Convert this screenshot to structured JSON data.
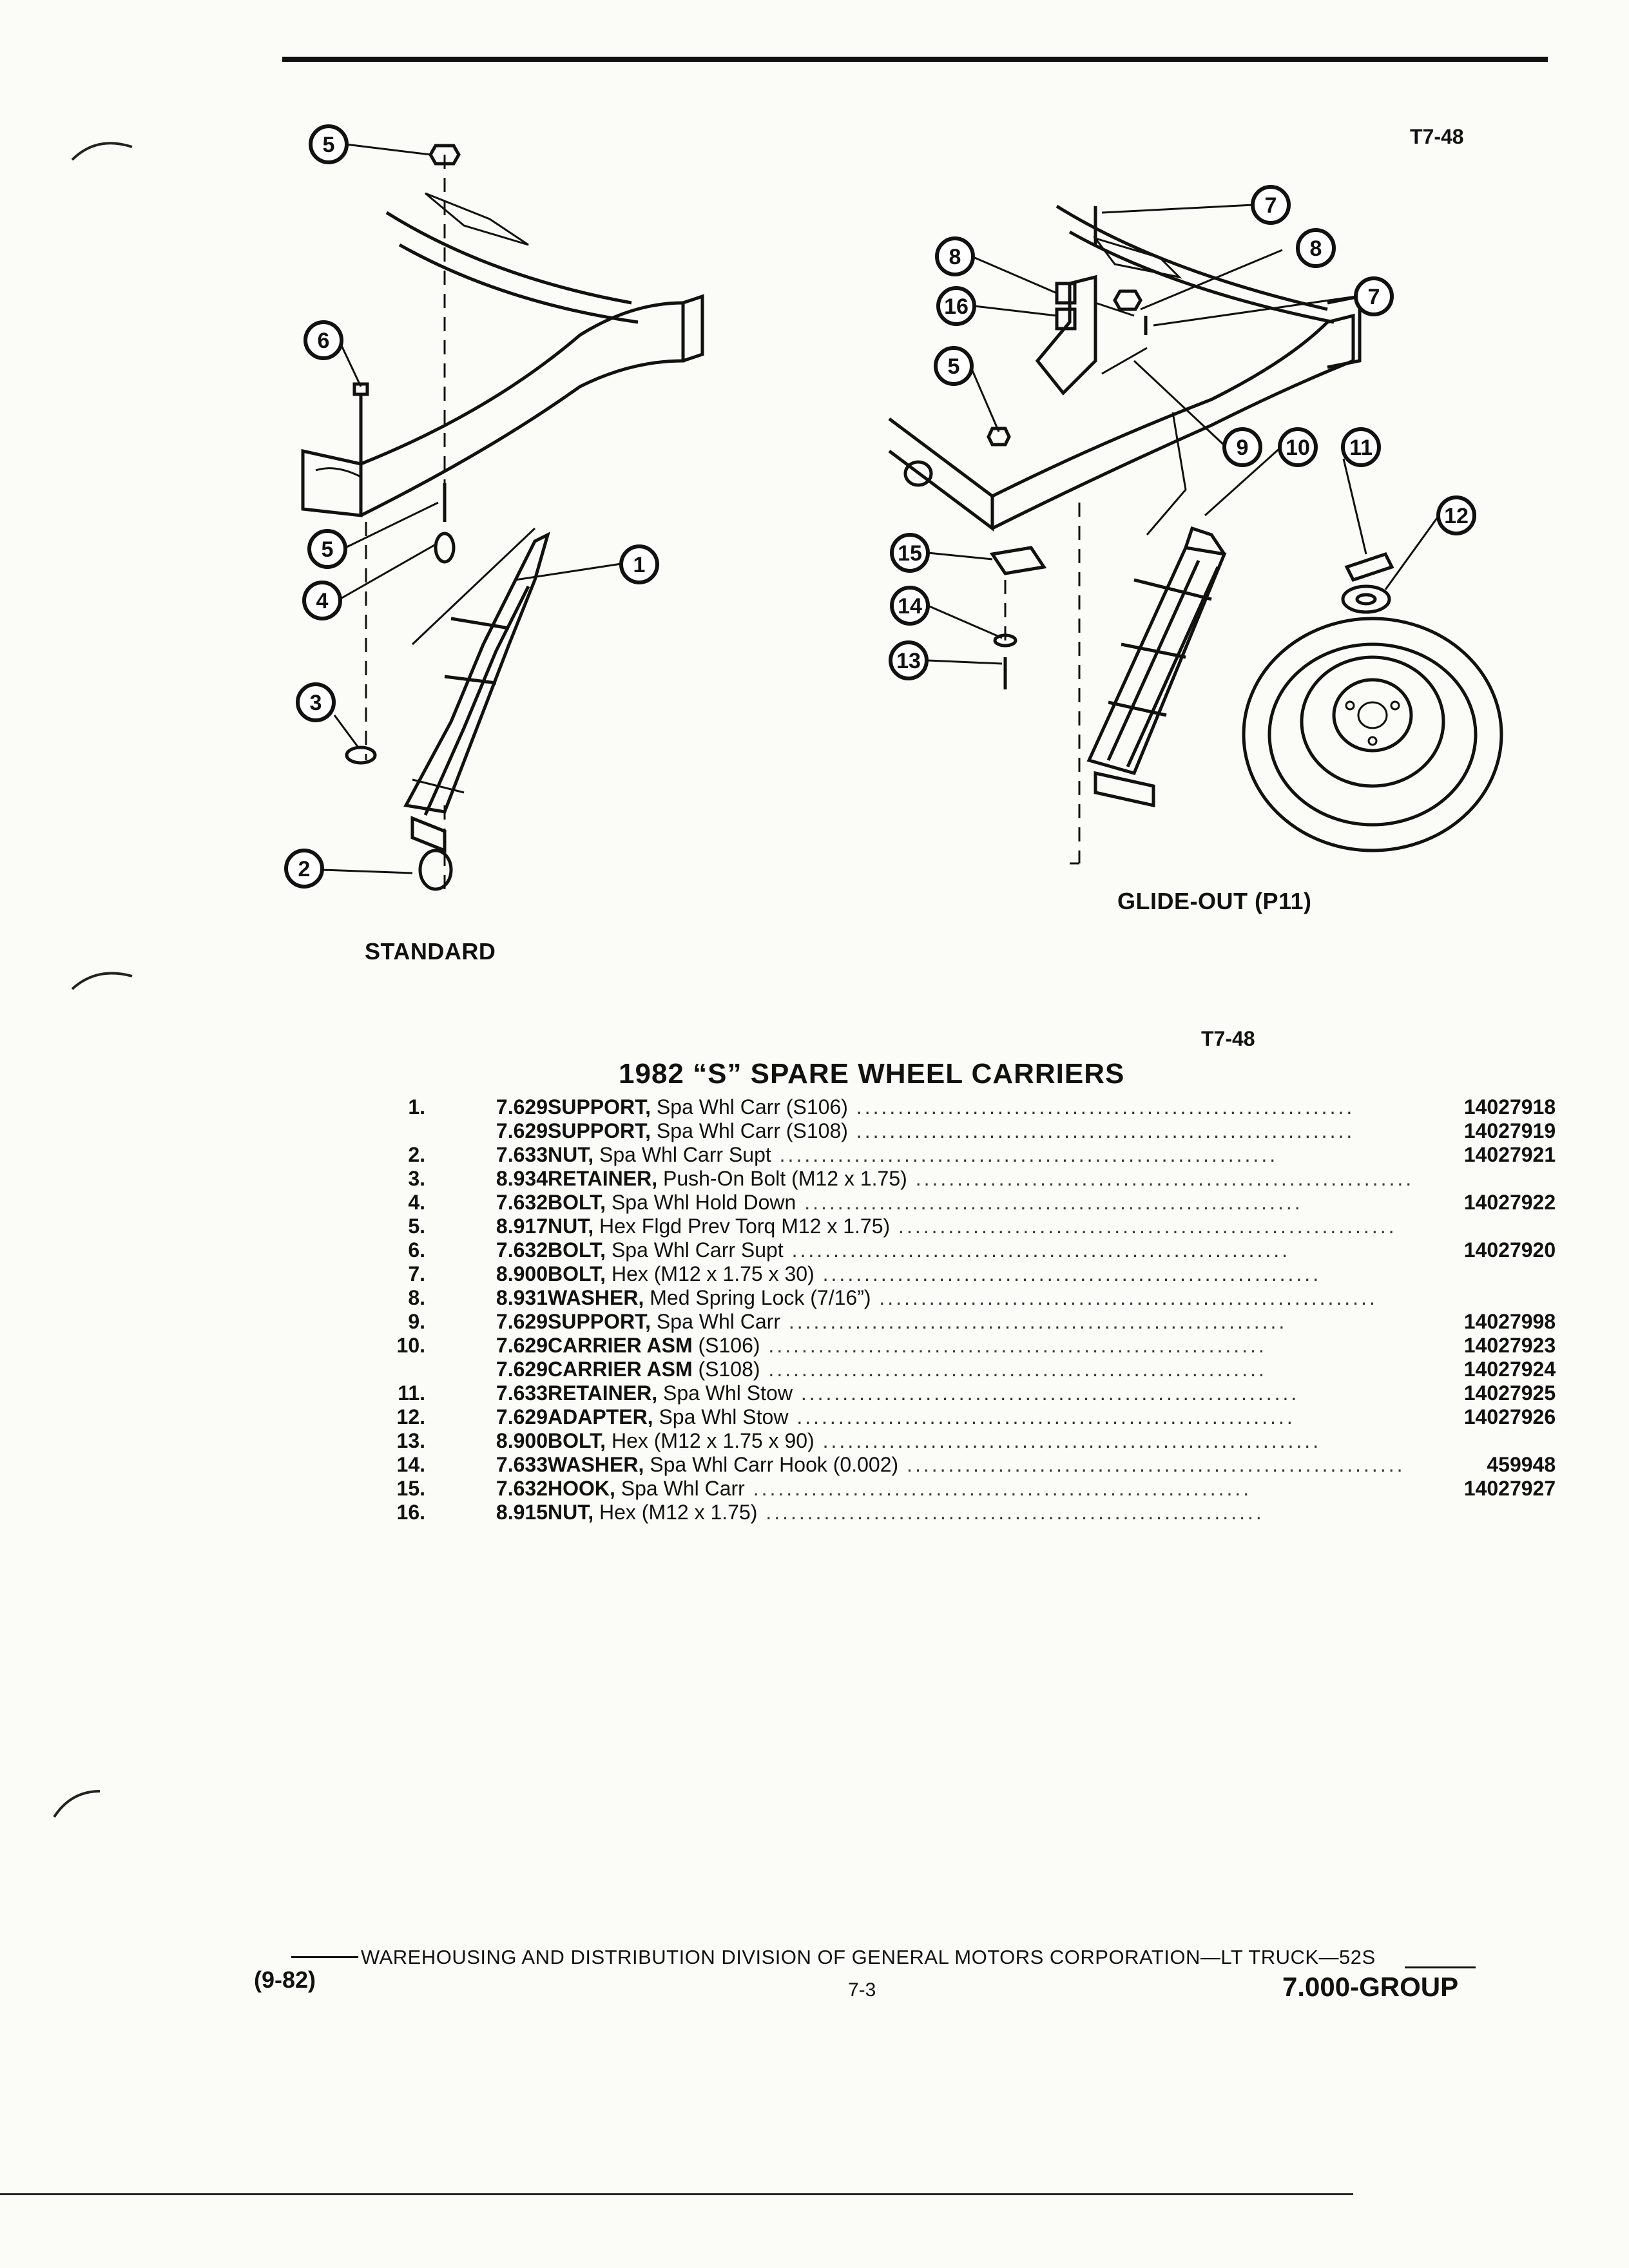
{
  "page": {
    "ref_top": "T7-48",
    "ref_mid": "T7-48",
    "label_standard": "STANDARD",
    "label_glideout": "GLIDE-OUT (P11)"
  },
  "callouts": [
    "5",
    "6",
    "5",
    "4",
    "3",
    "2",
    "1",
    "7",
    "8",
    "8",
    "16",
    "7",
    "5",
    "9",
    "10",
    "11",
    "12",
    "15",
    "14",
    "13"
  ],
  "catalog": {
    "title": "1982 “S” SPARE WHEEL CARRIERS",
    "rows": [
      {
        "num": "1.",
        "group": "7.629",
        "name": "SUPPORT,",
        "desc": "Spa Whl Carr (S106)",
        "part": "14027918"
      },
      {
        "num": "",
        "group": "7.629",
        "name": "SUPPORT,",
        "desc": "Spa Whl Carr (S108)",
        "part": "14027919"
      },
      {
        "num": "2.",
        "group": "7.633",
        "name": "NUT,",
        "desc": "Spa Whl Carr Supt",
        "part": "14027921"
      },
      {
        "num": "3.",
        "group": "8.934",
        "name": "RETAINER,",
        "desc": "Push-On Bolt (M12 x 1.75)",
        "part": ""
      },
      {
        "num": "4.",
        "group": "7.632",
        "name": "BOLT,",
        "desc": "Spa Whl Hold Down",
        "part": "14027922"
      },
      {
        "num": "5.",
        "group": "8.917",
        "name": "NUT,",
        "desc": "Hex Flgd Prev Torq M12 x 1.75)",
        "part": ""
      },
      {
        "num": "6.",
        "group": "7.632",
        "name": "BOLT,",
        "desc": "Spa Whl Carr Supt",
        "part": "14027920"
      },
      {
        "num": "7.",
        "group": "8.900",
        "name": "BOLT,",
        "desc": "Hex (M12 x 1.75 x 30)",
        "part": ""
      },
      {
        "num": "8.",
        "group": "8.931",
        "name": "WASHER,",
        "desc": "Med Spring Lock (7/16”)",
        "part": ""
      },
      {
        "num": "9.",
        "group": "7.629",
        "name": "SUPPORT,",
        "desc": "Spa Whl Carr",
        "part": "14027998"
      },
      {
        "num": "10.",
        "group": "7.629",
        "name": "CARRIER ASM",
        "desc": "(S106)",
        "part": "14027923"
      },
      {
        "num": "",
        "group": "7.629",
        "name": "CARRIER ASM",
        "desc": "(S108)",
        "part": "14027924"
      },
      {
        "num": "11.",
        "group": "7.633",
        "name": "RETAINER,",
        "desc": "Spa Whl Stow",
        "part": "14027925"
      },
      {
        "num": "12.",
        "group": "7.629",
        "name": "ADAPTER,",
        "desc": "Spa Whl Stow",
        "part": "14027926"
      },
      {
        "num": "13.",
        "group": "8.900",
        "name": "BOLT,",
        "desc": "Hex (M12 x 1.75 x 90)",
        "part": ""
      },
      {
        "num": "14.",
        "group": "7.633",
        "name": "WASHER,",
        "desc": "Spa Whl Carr Hook (0.002)",
        "part": "459948"
      },
      {
        "num": "15.",
        "group": "7.632",
        "name": "HOOK,",
        "desc": "Spa Whl Carr",
        "part": "14027927"
      },
      {
        "num": "16.",
        "group": "8.915",
        "name": "NUT,",
        "desc": "Hex (M12 x 1.75)",
        "part": ""
      }
    ]
  },
  "footer": {
    "text": "WAREHOUSING AND DISTRIBUTION DIVISION OF GENERAL MOTORS CORPORATION—LT TRUCK—52S",
    "date": "(9-82)",
    "page": "7-3",
    "group": "7.000-GROUP"
  }
}
